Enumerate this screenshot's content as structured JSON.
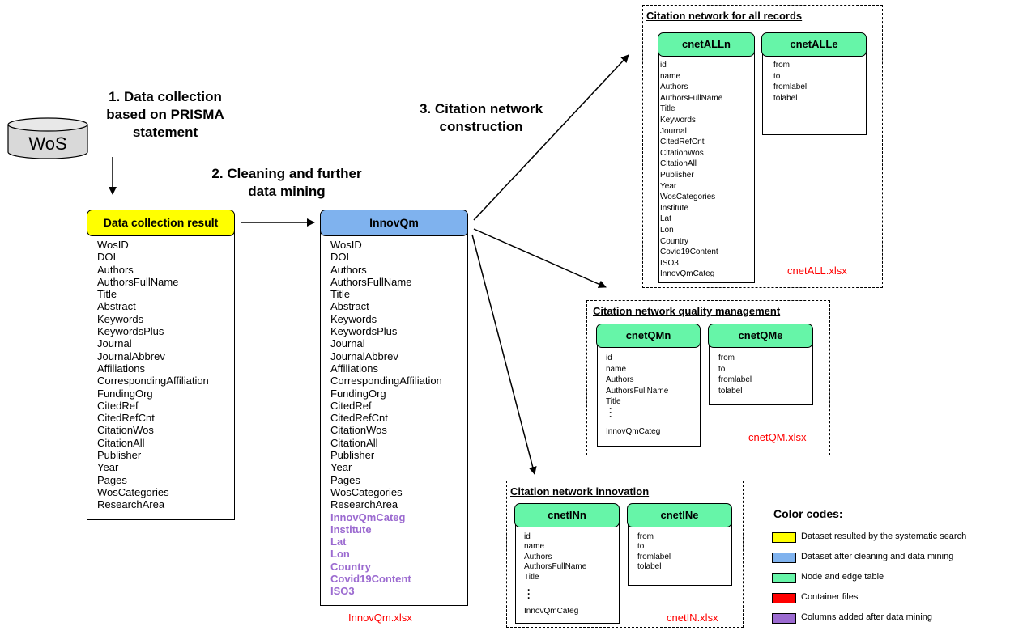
{
  "colors": {
    "yellow": "#ffff00",
    "blue": "#7fb2ee",
    "green": "#66f5a8",
    "red": "#ff0000",
    "purple": "#9b6ad0"
  },
  "wos_label": "WoS",
  "steps": {
    "s1": [
      "1. Data collection",
      "based on PRISMA",
      "statement"
    ],
    "s2": [
      "2. Cleaning and further",
      "data mining"
    ],
    "s3": [
      "3. Citation network",
      "construction"
    ]
  },
  "dcr": {
    "title": "Data collection result",
    "fields": [
      "WosID",
      "DOI",
      "Authors",
      "AuthorsFullName",
      "Title",
      "Abstract",
      "Keywords",
      "KeywordsPlus",
      "Journal",
      "JournalAbbrev",
      "Affiliations",
      "CorrespondingAffiliation",
      "FundingOrg",
      "CitedRef",
      "CitedRefCnt",
      "CitationWos",
      "CitationAll",
      "Publisher",
      "Year",
      "Pages",
      "WosCategories",
      "ResearchArea"
    ]
  },
  "innov": {
    "title": "InnovQm",
    "fields": [
      "WosID",
      "DOI",
      "Authors",
      "AuthorsFullName",
      "Title",
      "Abstract",
      "Keywords",
      "KeywordsPlus",
      "Journal",
      "JournalAbbrev",
      "Affiliations",
      "CorrespondingAffiliation",
      "FundingOrg",
      "CitedRef",
      "CitedRefCnt",
      "CitationWos",
      "CitationAll",
      "Publisher",
      "Year",
      "Pages",
      "WosCategories",
      "ResearchArea"
    ],
    "added_fields": [
      "InnovQmCateg",
      "Institute",
      "Lat",
      "Lon",
      "Country",
      "Covid19Content",
      "ISO3"
    ],
    "file": "InnovQm.xlsx"
  },
  "all": {
    "title": "Citation network for all records",
    "nodes_title": "cnetALLn",
    "nodes": [
      "id",
      "name",
      "Authors",
      "AuthorsFullName",
      "Title",
      "Keywords",
      "Journal",
      "CitedRefCnt",
      "CitationWos",
      "CitationAll",
      "Publisher",
      "Year",
      "WosCategories",
      "Institute",
      "Lat",
      "Lon",
      "Country",
      "Covid19Content",
      "ISO3",
      "InnovQmCateg"
    ],
    "edges_title": "cnetALLe",
    "edges": [
      "from",
      "to",
      "fromlabel",
      "tolabel"
    ],
    "file": "cnetALL.xlsx"
  },
  "qm": {
    "title": "Citation network quality management",
    "nodes_title": "cnetQMn",
    "nodes": [
      "id",
      "name",
      "Authors",
      "AuthorsFullName",
      "Title"
    ],
    "nodes_last": "InnovQmCateg",
    "edges_title": "cnetQMe",
    "edges": [
      "from",
      "to",
      "fromlabel",
      "tolabel"
    ],
    "file": "cnetQM.xlsx"
  },
  "in": {
    "title": "Citation network innovation",
    "nodes_title": "cnetINn",
    "nodes": [
      "id",
      "name",
      "Authors",
      "AuthorsFullName",
      "Title"
    ],
    "nodes_last": "InnovQmCateg",
    "edges_title": "cnetINe",
    "edges": [
      "from",
      "to",
      "fromlabel",
      "tolabel"
    ],
    "file": "cnetIN.xlsx"
  },
  "legend": {
    "title": "Color codes:",
    "items": [
      {
        "color": "#ffff00",
        "label": "Dataset resulted by the systematic search"
      },
      {
        "color": "#7fb2ee",
        "label": "Dataset after cleaning and data mining"
      },
      {
        "color": "#66f5a8",
        "label": "Node and edge table"
      },
      {
        "color": "#ff0000",
        "label": "Container files"
      },
      {
        "color": "#9b6ad0",
        "label": "Columns added after data mining"
      }
    ]
  }
}
